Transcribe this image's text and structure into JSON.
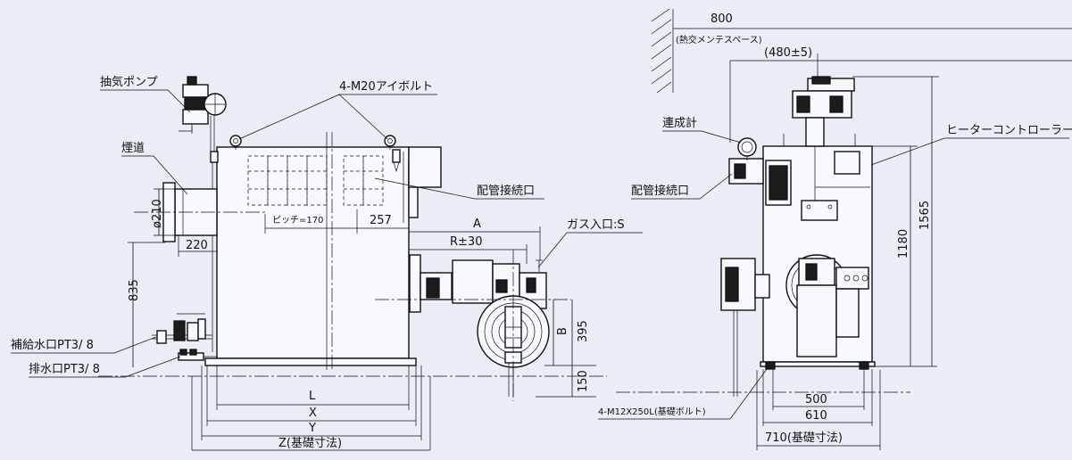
{
  "labels": {
    "extraction_pump": "抽気ポンプ",
    "flue": "煙道",
    "eye_bolt": "4-M20アイボルト",
    "pipe_conn_front": "配管接続口",
    "pipe_conn_side": "配管接続口",
    "gas_inlet": "ガス入口:S",
    "compound_gauge": "連成計",
    "heater_controller": "ヒーターコントローラー",
    "supply_port": "補給水口PT3/ 8",
    "drain_port": "排水口PT3/ 8",
    "foundation_bolt": "4-M12X250L(基礎ボルト)",
    "maintenance_space": "(熱交メンテスペース)"
  },
  "dimensions": {
    "d210": "ø210",
    "d220": "220",
    "pitch": "ピッチ=170",
    "d257": "257",
    "A": "A",
    "R": "R±30",
    "B": "B",
    "d395": "395",
    "d835": "835",
    "d150": "150",
    "L": "L",
    "X": "X",
    "Y": "Y",
    "Z": "Z(基礎寸法)",
    "d800": "800",
    "d480": "(480±5)",
    "d1565": "1565",
    "d1180": "1180",
    "d500": "500",
    "d610": "610",
    "d710": "710(基礎寸法)"
  }
}
